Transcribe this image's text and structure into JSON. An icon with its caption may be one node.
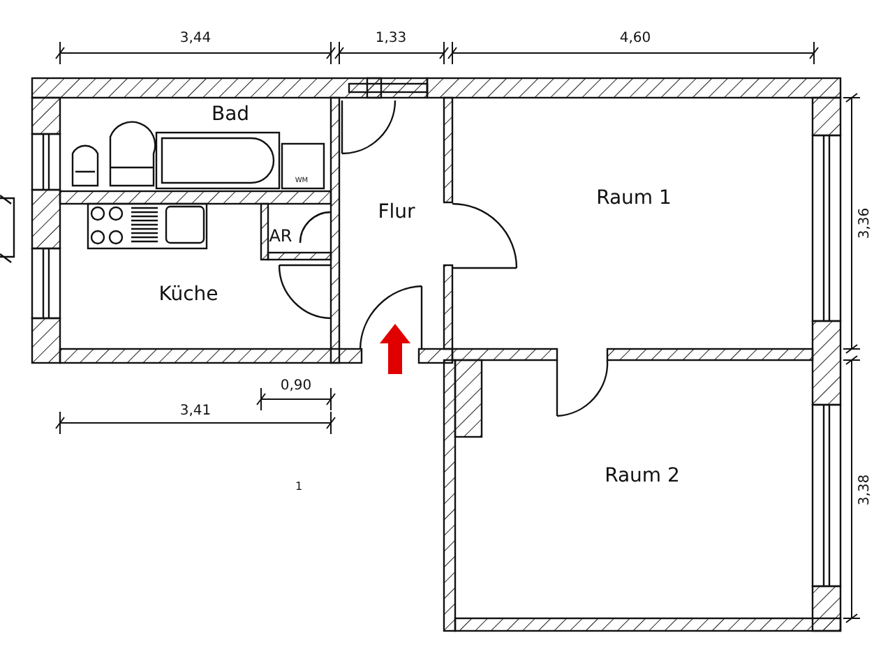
{
  "diagram": {
    "labels": [
      "3,44",
      "1,33",
      "4,60",
      "Bad",
      "WM",
      "Flur",
      "AR",
      "Küche",
      "Raum 1",
      "3,36",
      "0,90",
      "3,41",
      "1",
      "Raum 2",
      "3,38"
    ]
  }
}
